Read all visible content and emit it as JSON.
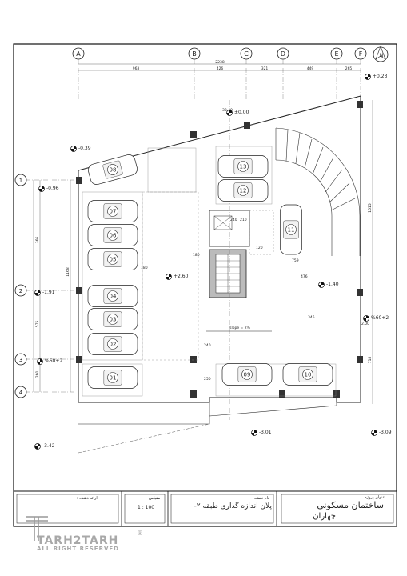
{
  "grid_axes": {
    "columns": [
      "A",
      "B",
      "C",
      "D",
      "E",
      "F"
    ],
    "rows": [
      "1",
      "2",
      "3",
      "4"
    ],
    "north": "N"
  },
  "top_dimensions": {
    "total": "2238",
    "segments": [
      "963",
      "426",
      "321",
      "449",
      "265"
    ]
  },
  "left_dimensions": [
    "366",
    "575",
    "260"
  ],
  "left_total": "1168",
  "right_dimensions": [
    "1515",
    "718"
  ],
  "levels": {
    "top_right": "+0.23",
    "center_top": "±0.00",
    "upper_left": "-0.39",
    "left": "-0.96",
    "left_mid": "-1.91",
    "left_low": "%60+2",
    "center": "+2.60",
    "center_right": "-1.40",
    "right": "%60+2",
    "bottom_center": "-3.01",
    "bottom_right": "-3.09",
    "bottom_left": "-3.42"
  },
  "ramp_label": "slope = 2%",
  "parking_numbers": [
    "08",
    "07",
    "06",
    "05",
    "04",
    "03",
    "02",
    "01",
    "13",
    "12",
    "11",
    "09",
    "10"
  ],
  "inner_dims": {
    "elevator": [
      "240",
      "210"
    ],
    "core_height": "180",
    "stair_w": "120",
    "mid_a": "180",
    "mid_b": "759",
    "mid_c": "476",
    "bottom_a": "240",
    "bottom_b": "250",
    "bottom_c": "345",
    "top_small": "33.40",
    "right_small": "2.00"
  },
  "title_block": {
    "designer_label": "ارائه دهنده :",
    "scale_label": "مقیاس",
    "scale": "1 : 100",
    "drawing_label": "نام نقشه",
    "drawing_title": "پلان اندازه گذاری طبقه ۲-",
    "project_label": "عنوان پروژه",
    "project_title_1": "ساختمان مسکونی",
    "project_title_2": "چهاران"
  },
  "watermark": {
    "brand": "TARH2TARH",
    "tagline": "ALL RIGHT RESERVED",
    "mark": "®"
  }
}
